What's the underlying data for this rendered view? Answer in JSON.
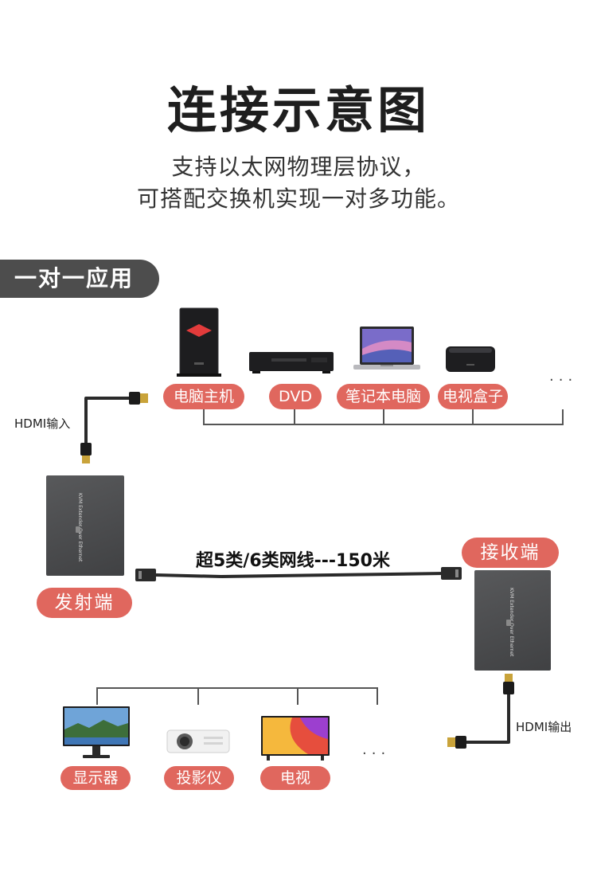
{
  "header": {
    "title": "连接示意图",
    "subtitle_line1": "支持以太网物理层协议，",
    "subtitle_line2": "可搭配交换机实现一对多功能。"
  },
  "section_tab": "一对一应用",
  "sources": {
    "items": [
      "电脑主机",
      "DVD",
      "笔记本电脑",
      "电视盒子"
    ],
    "more": "···"
  },
  "hdmi_input_label": "HDMI输入",
  "hdmi_output_label": "HDMI输出",
  "transmitter_label": "发射端",
  "receiver_label": "接收端",
  "cable_label": "超5类/6类网线---150米",
  "device_text": "KVM Extender Over Ethernet",
  "displays": {
    "items": [
      "显示器",
      "投影仪",
      "电视"
    ],
    "more": "···"
  },
  "colors": {
    "pill": "#e0675e",
    "tab": "#4d4d4d",
    "device": "#4a4b4d"
  }
}
